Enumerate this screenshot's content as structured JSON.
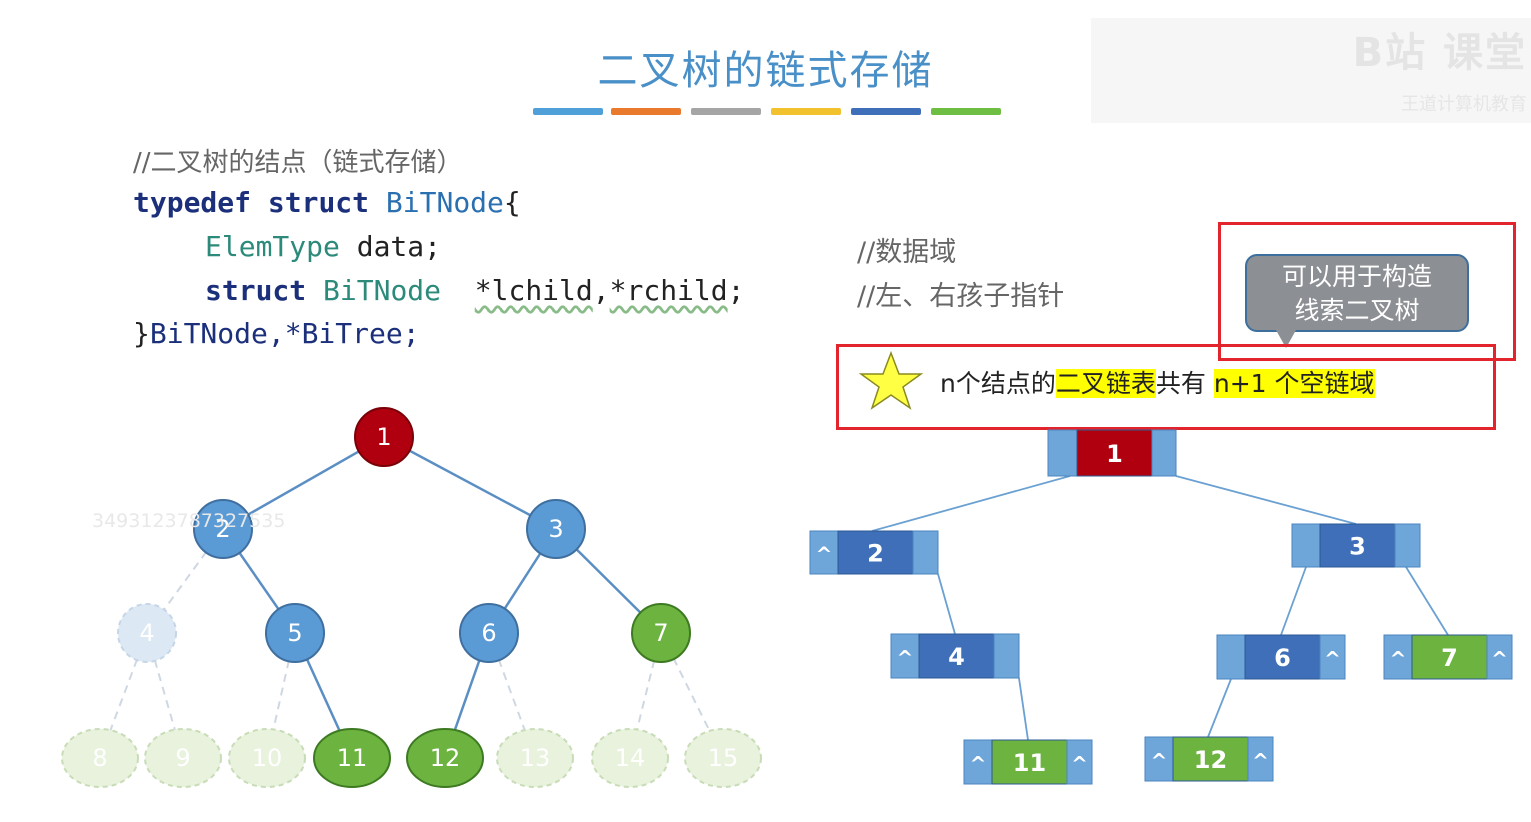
{
  "title": "二叉树的链式存储",
  "title_bar_colors": [
    "#4f9fd8",
    "#e8792d",
    "#a5a5a5",
    "#f2c12e",
    "#3e6fb8",
    "#6fbe44"
  ],
  "watermark": {
    "logo": "B站 课堂",
    "sub": "王道计算机教育"
  },
  "code": {
    "comment_line": "//二叉树的结点（链式存储）",
    "line1_kw1": "typedef",
    "line1_kw2": "struct",
    "line1_name": "BiTNode",
    "line1_brace": "{",
    "line2_type": "ElemType",
    "line2_field": " data;",
    "line2_comment": "//数据域",
    "line3_kw": "struct",
    "line3_type": "BiTNode",
    "line3_ptr1": "*lchild",
    "line3_sep": ",",
    "line3_ptr2": "*rchild",
    "line3_end": ";",
    "line3_comment": "//左、右孩子指针",
    "line4_brace": "}",
    "line4_names": "BiTNode,*BiTree;"
  },
  "callout": {
    "line1": "可以用于构造",
    "line2": "线索二叉树"
  },
  "fact": {
    "prefix": "n个结点的",
    "hl1": "二叉链表",
    "mid": "共有",
    "hl2": "n+1 个空链域"
  },
  "icons": {
    "star": "star-icon"
  },
  "colors": {
    "root": "#b00010",
    "blue_node": "#5b9bd5",
    "green_node": "#6db33f",
    "faded": "#dce8f3",
    "highlight": "#ffff00",
    "frame_red": "#e2242c"
  },
  "tree": {
    "nodes": [
      {
        "label": "1",
        "state": "root"
      },
      {
        "label": "2",
        "state": "blue"
      },
      {
        "label": "3",
        "state": "blue"
      },
      {
        "label": "4",
        "state": "faded"
      },
      {
        "label": "5",
        "state": "blue"
      },
      {
        "label": "6",
        "state": "blue"
      },
      {
        "label": "7",
        "state": "green"
      },
      {
        "label": "8",
        "state": "faded"
      },
      {
        "label": "9",
        "state": "faded"
      },
      {
        "label": "10",
        "state": "faded"
      },
      {
        "label": "11",
        "state": "green"
      },
      {
        "label": "12",
        "state": "green"
      },
      {
        "label": "13",
        "state": "faded"
      },
      {
        "label": "14",
        "state": "faded"
      },
      {
        "label": "15",
        "state": "faded"
      }
    ]
  },
  "linked_list": {
    "null_symbol": "^",
    "nodes": [
      {
        "label": "1",
        "left_null": false,
        "right_null": false
      },
      {
        "label": "2",
        "left_null": true,
        "right_null": false
      },
      {
        "label": "3",
        "left_null": false,
        "right_null": false
      },
      {
        "label": "4",
        "left_null": true,
        "right_null": false
      },
      {
        "label": "6",
        "left_null": false,
        "right_null": true
      },
      {
        "label": "7",
        "left_null": true,
        "right_null": true
      },
      {
        "label": "11",
        "left_null": true,
        "right_null": true
      },
      {
        "label": "12",
        "left_null": true,
        "right_null": true
      }
    ]
  }
}
